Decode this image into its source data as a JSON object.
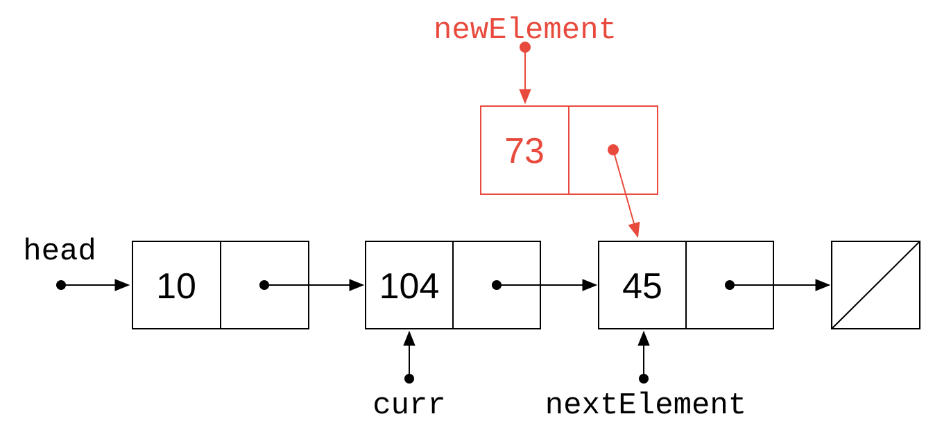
{
  "labels": {
    "head": "head",
    "curr": "curr",
    "next_element": "nextElement",
    "new_element": "newElement"
  },
  "list_nodes": [
    {
      "value": "10"
    },
    {
      "value": "104"
    },
    {
      "value": "45"
    }
  ],
  "new_node": {
    "value": "73"
  },
  "icons": {
    "null_terminator": "diagonal-slash-icon",
    "pointer_origin": "dot-icon",
    "pointer": "arrow-icon"
  },
  "colors": {
    "line": "#000000",
    "highlight": "#e84a3d",
    "background": "#ffffff"
  }
}
